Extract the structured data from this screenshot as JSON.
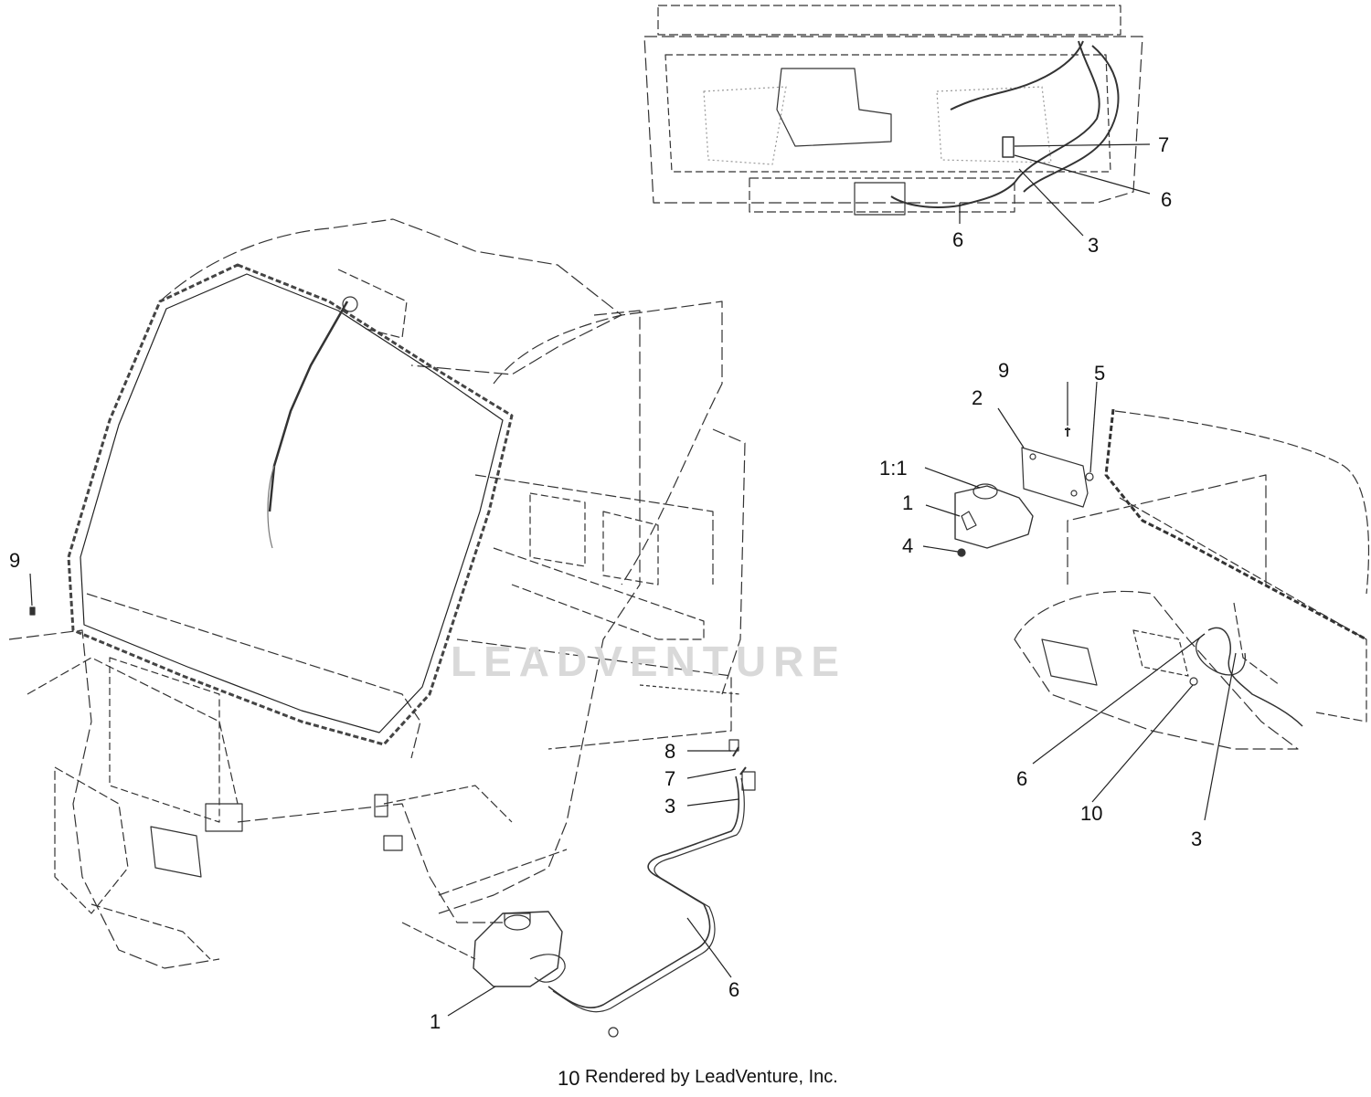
{
  "callouts": {
    "top_7": "7",
    "top_6a": "6",
    "top_6b": "6",
    "top_3": "3",
    "left_9": "9",
    "main_8": "8",
    "main_7": "7",
    "main_3": "3",
    "main_6": "6",
    "main_1": "1",
    "main_10": "10",
    "right_9": "9",
    "right_5": "5",
    "right_2": "2",
    "right_1_1": "1:1",
    "right_1": "1",
    "right_4": "4",
    "right_6": "6",
    "right_10": "10",
    "right_3": "3"
  },
  "watermark": "LEADVENTURE",
  "footer": "Rendered by LeadVenture, Inc.",
  "colors": {
    "line": "#333333",
    "dash": "#555555",
    "watermark": "#d9d9d9"
  }
}
